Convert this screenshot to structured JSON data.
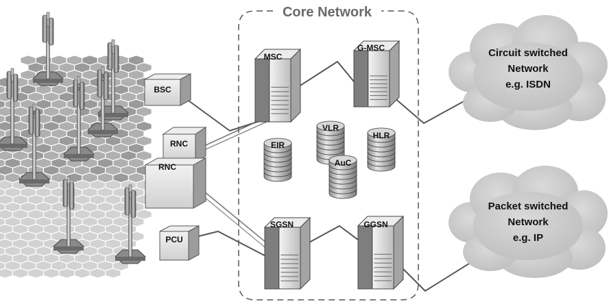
{
  "core": {
    "title": "Core Network"
  },
  "controllers": {
    "bsc": "BSC",
    "rnc_top": "RNC",
    "rnc_bottom": "RNC",
    "pcu": "PCU"
  },
  "servers": {
    "msc": "MSC",
    "gmsc": "G-MSC",
    "sgsn": "SGSN",
    "ggsn": "GGSN"
  },
  "databases": {
    "vlr": "VLR",
    "hlr": "HLR",
    "eir": "EIR",
    "auc": "AuC"
  },
  "clouds": {
    "circuit": {
      "line1": "Circuit switched",
      "line2": "Network",
      "line3": "e.g. ISDN"
    },
    "packet": {
      "line1": "Packet switched",
      "line2": "Network",
      "line3": "e.g. IP"
    }
  },
  "colors": {
    "server_top": "#b5b5b5",
    "server_side": "#d6d6d6",
    "hex_dark": "#9a9a9a",
    "hex_light": "#d2d2d2",
    "cloud": "#cfcfcf",
    "link": "#444444"
  }
}
